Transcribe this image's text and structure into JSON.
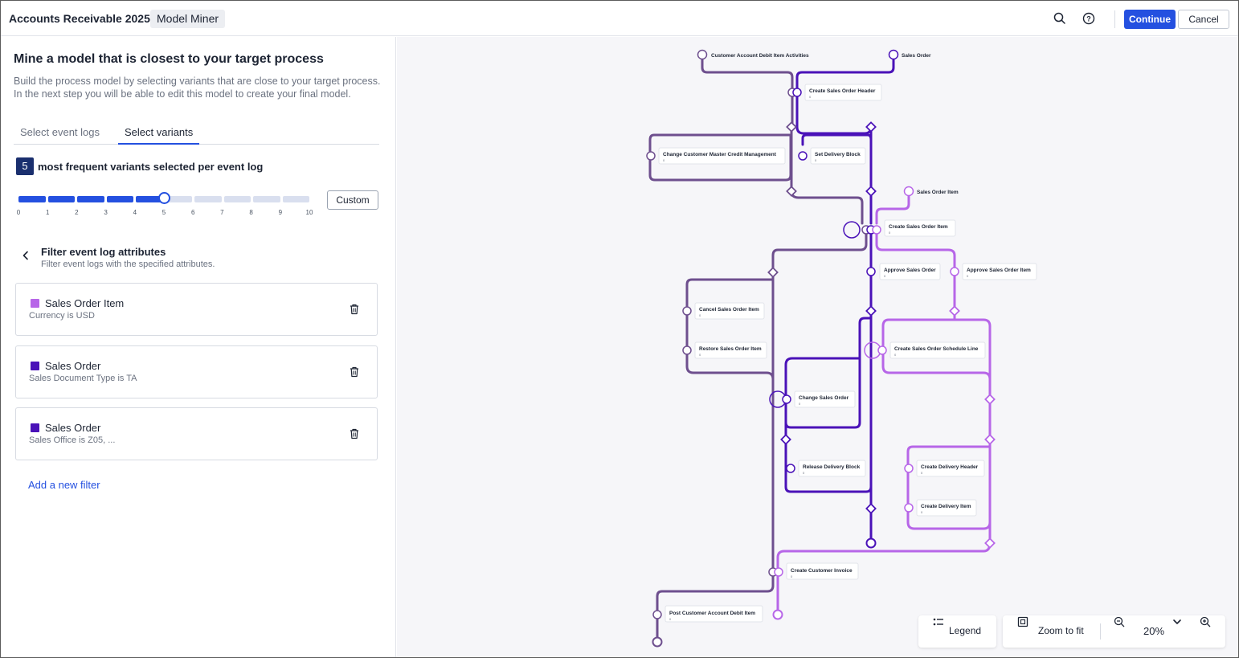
{
  "header": {
    "app_title": "Accounts Receivable 2025",
    "module_chip": "Model Miner",
    "search_icon": "search-icon",
    "help_icon": "help-icon",
    "continue_label": "Continue",
    "cancel_label": "Cancel",
    "accent_color": "#2450e0"
  },
  "panel": {
    "title": "Mine a model that is closest to your target process",
    "description": "Build the process model by selecting variants that are close to your target process. In the next step you will be able to edit this model to create your final model.",
    "tabs": [
      {
        "label": "Select event logs",
        "active": false
      },
      {
        "label": "Select variants",
        "active": true
      }
    ],
    "variant_count": "5",
    "variant_label": "most frequent variants selected per event log",
    "slider": {
      "value": 5,
      "min": 0,
      "max": 10,
      "ticks": [
        "0",
        "1",
        "2",
        "3",
        "4",
        "5",
        "6",
        "7",
        "8",
        "9",
        "10"
      ]
    },
    "custom_label": "Custom",
    "filter_section": {
      "title": "Filter event log attributes",
      "subtitle": "Filter event logs with the specified attributes.",
      "filters": [
        {
          "title": "Sales Order Item",
          "condition": "Currency is USD",
          "color": "#b766e8"
        },
        {
          "title": "Sales Order",
          "condition": "Sales Document Type is TA",
          "color": "#4a12b8"
        },
        {
          "title": "Sales Order",
          "condition": "Sales Office is Z05, ...",
          "color": "#4a12b8"
        }
      ],
      "add_label": "Add a new filter"
    }
  },
  "graph": {
    "colors": {
      "debit": "#6e4f8e",
      "sales_order": "#4a12b8",
      "sales_order_item": "#b766e8"
    },
    "start_events": [
      "Customer Account Debit Item Activities",
      "Sales Order",
      "Sales Order Item"
    ],
    "activities": [
      "Create Sales Order Header",
      "Change Customer Master Credit Management",
      "Set Delivery Block",
      "Create Sales Order Item",
      "Approve Sales Order",
      "Approve Sales Order Item",
      "Cancel Sales Order Item",
      "Restore Sales Order Item",
      "Create Sales Order Schedule Line",
      "Change Sales Order",
      "Release Delivery Block",
      "Create Delivery Header",
      "Create Delivery Item",
      "Create Customer Invoice",
      "Post Customer Account Debit Item"
    ],
    "activity_sublabel": "0"
  },
  "toolbar": {
    "legend_label": "Legend",
    "zoom_fit_label": "Zoom to fit",
    "zoom_level": "20%",
    "legend_icon": "list-icon",
    "fit_icon": "fit-screen-icon",
    "zoom_out_icon": "zoom-out-icon",
    "zoom_in_icon": "zoom-in-icon",
    "dropdown_icon": "chevron-down-icon"
  }
}
